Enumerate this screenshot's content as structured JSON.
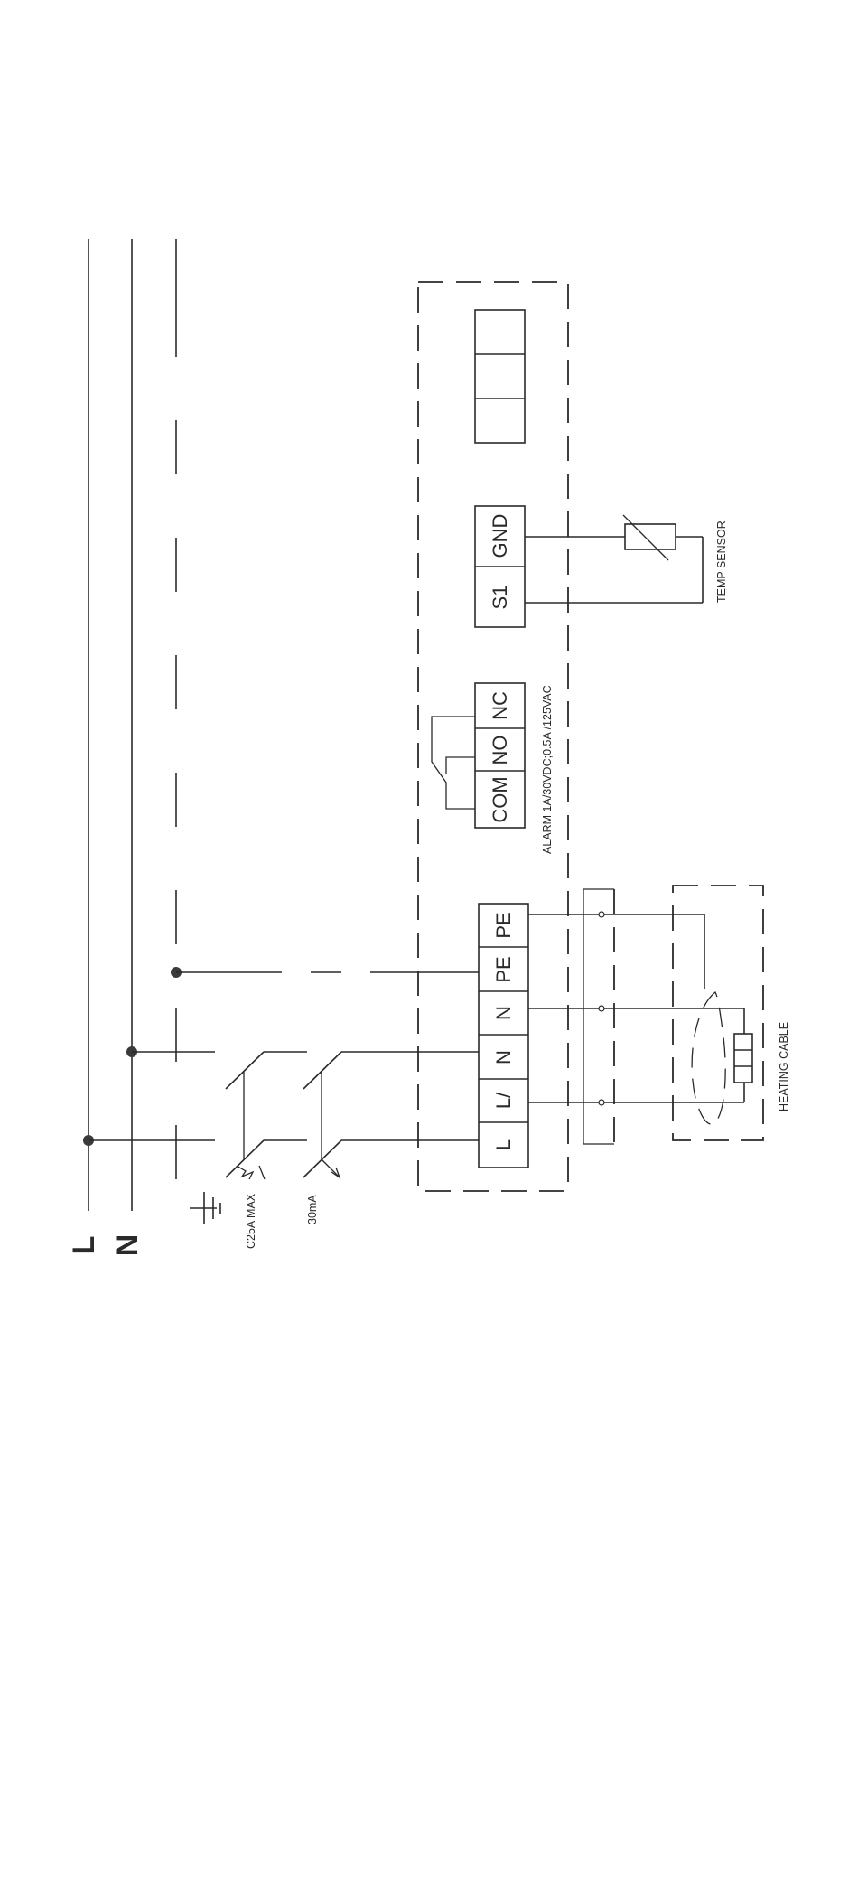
{
  "buses": {
    "line": "L",
    "neutral": "N"
  },
  "devices": {
    "breaker": "C25A MAX",
    "rcd": "30mA"
  },
  "power_terminals": [
    "L",
    "L/",
    "N",
    "N",
    "PE",
    "PE"
  ],
  "alarm": {
    "terminals": [
      "COM",
      "NO",
      "NC"
    ],
    "rating": "ALARM 1A/30VDC;0.5A /125VAC"
  },
  "sensor": {
    "terminals": [
      "S1",
      "GND"
    ],
    "label": "TEMP SENSOR"
  },
  "cable": {
    "label": "HEATING CABLE"
  }
}
